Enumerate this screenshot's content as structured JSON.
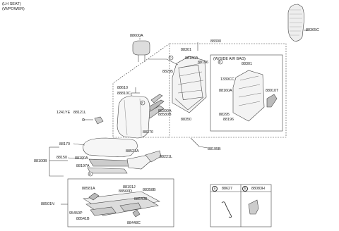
{
  "header": {
    "line1": "(LH SEAT)",
    "line2": "(W/POWER)"
  },
  "airbag_box_title": "(W/SIDE AIR BAG)",
  "callouts": {
    "top_right": "88300",
    "side_airbag": "(W/SIDE AIR BAG)"
  },
  "labels": {
    "headrest_cover": "88365C",
    "headrest": "88600A",
    "frame_main": "88300",
    "l88301": "88301",
    "l88160A": "88160A",
    "l88196": "88196",
    "l88295": "88295",
    "l88610": "88610",
    "l88810C": "88810C",
    "l88390A": "88390A",
    "l88580B": "88580B",
    "l88350": "88350",
    "l88370": "88370",
    "l1241YE": "1241YE",
    "l88121L": "88121L",
    "l88170": "88170",
    "l88150": "88150",
    "l88100B": "88100B",
    "l88190A": "88190A",
    "l88197A": "88197A",
    "l88521A": "88521A",
    "l88221L": "88221L",
    "l88195B": "88195B",
    "ab_88301": "88301",
    "ab_1339CC": "1339CC",
    "ab_88160A": "88160A",
    "ab_88910T": "88910T",
    "ab_88295": "88295",
    "ab_88196": "88196",
    "l88581A": "88581A",
    "l88191J": "88191J",
    "l88560D": "88560D",
    "l88358B": "88358B",
    "l88501N": "88501N",
    "l88540B": "88540B",
    "l95450P": "95450P",
    "l88541B": "88541B",
    "l88448C": "88448C"
  },
  "legend": {
    "a_tag": "a",
    "a_part": "88627",
    "b_tag": "b",
    "b_part": "88083H"
  },
  "markers": {
    "a": "a",
    "b": "b"
  }
}
